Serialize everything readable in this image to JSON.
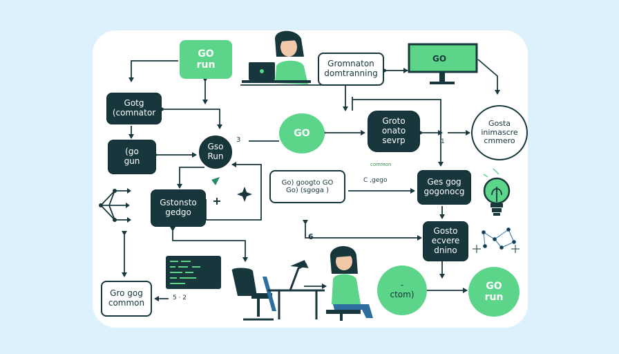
{
  "nodes": {
    "go_run_top": "GO\nrun",
    "gotg_comnator": "Gotg\n(comnator",
    "go_gun": "(go\ngun",
    "gso_run": "Gso\nRun",
    "gstonsto_gedgo": "Gstonsto\ngedgo",
    "gro_gog_common": "Gro gog\ncommon",
    "gromnaton": "Gromnaton\ndomtranning",
    "monitor_go": "GO",
    "go_circle": "GO",
    "groto_onato": "Groto\nonato\nsevrp",
    "gosta": "Gosta\ninimascre\ncmmero",
    "go_googto": "Go) googto GO\nGo) (sgoga )",
    "ges_gog": "Ges gog\ngogonocg",
    "gosto_ecvere": "Gosto\necvere\ndnino",
    "ctom": "- \nctom)",
    "go_run_bottom": "GO\nrun"
  },
  "labels": {
    "three": "3",
    "common": "common",
    "c_gego": "C ,gego",
    "six": "6",
    "one": "1",
    "s_two": "5 · 2"
  },
  "colors": {
    "dark": "#17373c",
    "green": "#5cd58a",
    "background": "#dcf1fb"
  }
}
